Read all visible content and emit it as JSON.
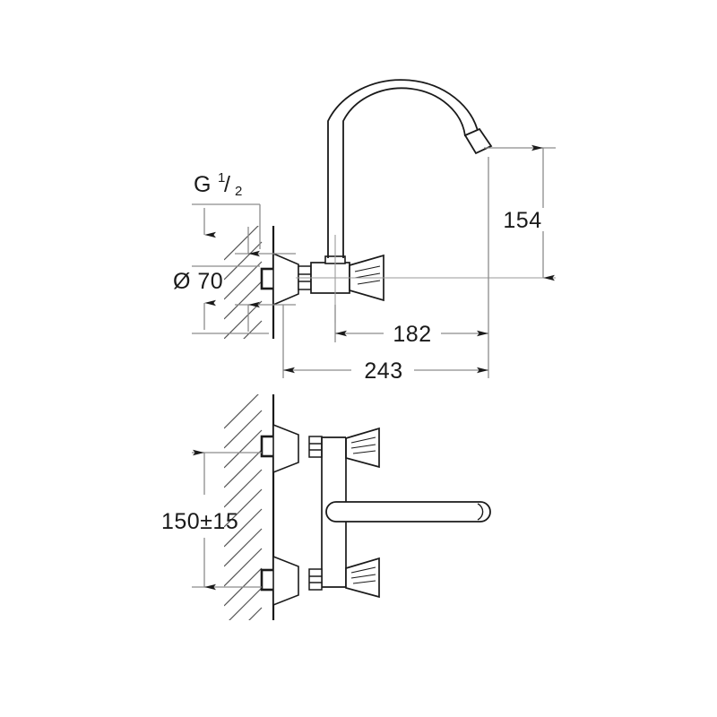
{
  "drawing": {
    "title": "Wall-mounted two-handle kitchen faucet dimensional drawing",
    "background_color": "#ffffff",
    "line_color": "#1a1a1a",
    "dimension_line_color": "#808080",
    "units": "mm",
    "views": [
      {
        "name": "side-elevation-view",
        "position": "top"
      },
      {
        "name": "front-elevation-view",
        "position": "bottom"
      }
    ]
  },
  "dimensions": {
    "thread": {
      "label": "G",
      "numerator": "1",
      "slash": "/",
      "denominator": "2",
      "full": "G 1/2",
      "name": "thread-size-callout"
    },
    "diameter": {
      "symbol": "Ø",
      "value": "70",
      "full": "Ø 70",
      "name": "escutcheon-diameter"
    },
    "height": {
      "value": "154",
      "name": "spout-height"
    },
    "reach_inner": {
      "value": "182",
      "name": "spout-reach-from-body"
    },
    "reach_total": {
      "value": "243",
      "name": "spout-reach-from-wall"
    },
    "centers": {
      "value": "150±15",
      "name": "inlet-center-distance"
    }
  },
  "parts": {
    "spout": "gooseneck-spout",
    "aerator": "spout-aerator-tip",
    "body": "mixer-body",
    "handle": "cross-handle",
    "escutcheon": "wall-escutcheon",
    "nut": "connection-nut",
    "wall": "wall-section-hatched",
    "lever": "horizontal-spout-top-view"
  }
}
